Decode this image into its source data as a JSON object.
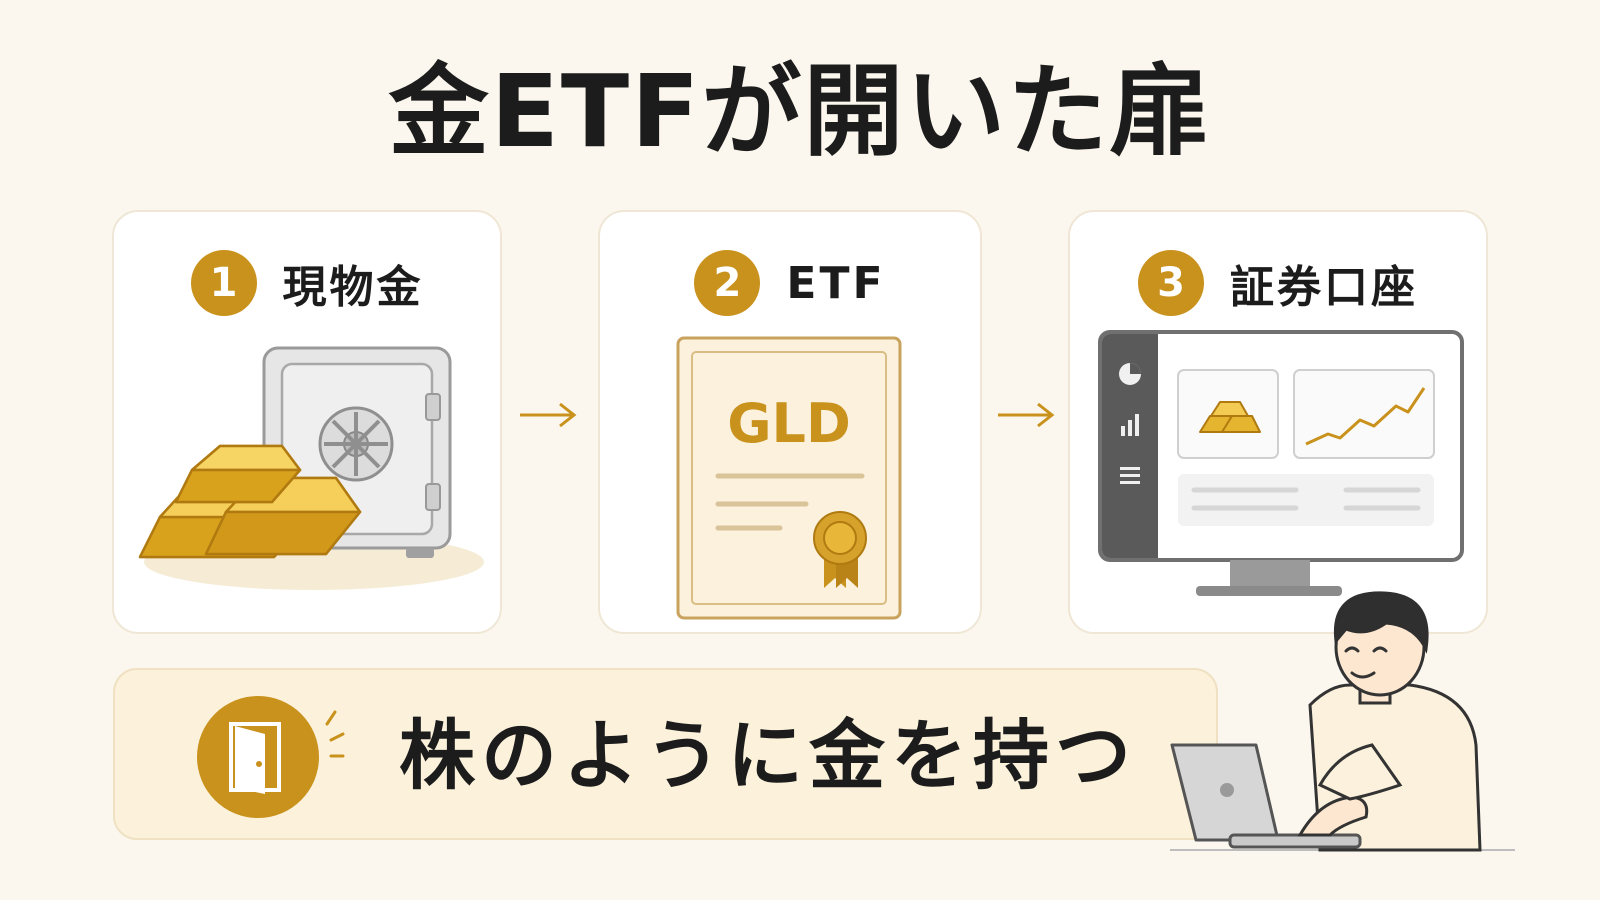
{
  "title": "金ETFが開いた扉",
  "steps": [
    {
      "number": "1",
      "label": "現物金",
      "icon": "gold-safe-icon"
    },
    {
      "number": "2",
      "label": "ETF",
      "icon": "certificate-icon",
      "certificate_text": "GLD"
    },
    {
      "number": "3",
      "label": "証券口座",
      "icon": "trading-monitor-icon"
    }
  ],
  "banner": {
    "text": "株のように金を持つ",
    "icon": "door-icon"
  },
  "colors": {
    "gold": "#c9921d",
    "background": "#fbf7ee",
    "card_border": "#efe6d5"
  }
}
